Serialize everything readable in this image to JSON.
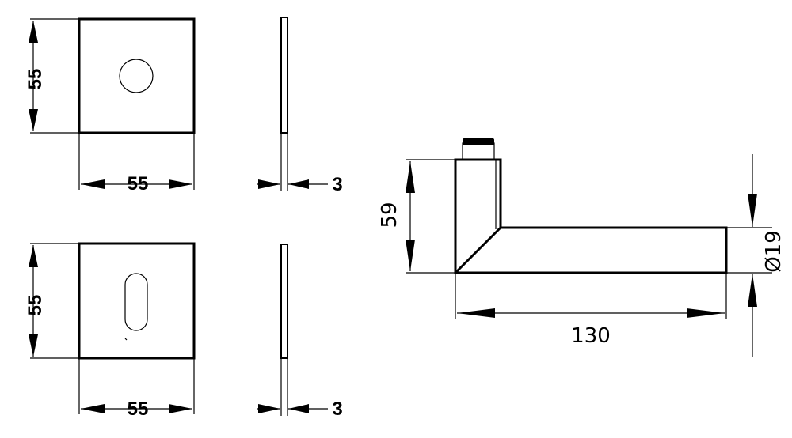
{
  "dimensions": {
    "rose_round": {
      "height": "55",
      "width": "55",
      "thickness": "3"
    },
    "rose_key": {
      "height": "55",
      "width": "55",
      "thickness": "3"
    },
    "lever": {
      "height": "59",
      "length": "130",
      "diameter": "Ø19"
    }
  },
  "colors": {
    "line": "#000000",
    "background": "#ffffff"
  }
}
